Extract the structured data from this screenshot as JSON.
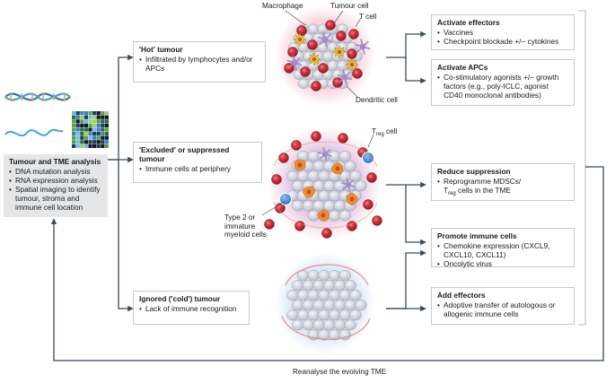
{
  "analysis": {
    "title": "Tumour and TME analysis",
    "items": [
      "DNA mutation analysis",
      "RNA expression analysis",
      "Spatial imaging to identify tumour, stroma and immune cell location"
    ]
  },
  "hot": {
    "title": "'Hot' tumour",
    "items": [
      "Infiltrated by lymphocytes and/or APCs"
    ]
  },
  "excluded": {
    "title": "'Excluded' or suppressed tumour",
    "items": [
      "Immune cells at periphery"
    ]
  },
  "cold": {
    "title": "Ignored ('cold') tumour",
    "items": [
      "Lack of immune recognition"
    ]
  },
  "activate_effectors": {
    "title": "Activate effectors",
    "items": [
      "Vaccines",
      "Checkpoint blockade +/− cytokines"
    ]
  },
  "activate_apcs": {
    "title": "Activate APCs",
    "items": [
      "Co-stimulatory agonists +/− growth factors (e.g., poly-ICLC, agonist CD40 monoclonal antibodies)"
    ]
  },
  "reduce_suppression": {
    "title": "Reduce suppression",
    "item_line1": "Reprogramme MDSCs/",
    "item_treg_t": "T",
    "item_treg_sub": "reg",
    "item_line2_rest": " cells in the TME"
  },
  "promote_immune": {
    "title": "Promote immune cells",
    "items": [
      "Chemokine expression (CXCL9, CXCL10, CXCL11)",
      "Oncolytic virus"
    ]
  },
  "add_effectors": {
    "title": "Add effectors",
    "items": [
      "Adoptive transfer of autologous or allogenic immune cells"
    ]
  },
  "labels": {
    "macrophage": "Macrophage",
    "tumour_cell": "Tumour cell",
    "t_cell": "T cell",
    "dendritic_cell": "Dendritic cell",
    "treg_t": "T",
    "treg_sub": "reg",
    "treg_rest": " cell",
    "myeloid": "Type 2 or immature myeloid cells",
    "reanalyse": "Reanalyse the evolving TME"
  },
  "colors": {
    "arrow": "#3a4a5e",
    "tumour_cell": "#cfd3dc",
    "t_cell": "#c0202a",
    "macrophage": "#f2c21b",
    "dendritic": "#a58ac9",
    "myeloid": "#ef8c2b",
    "treg": "#3f8fd6",
    "halo_pink": "#f6c9d4",
    "halo_purple": "#d9b8e6",
    "halo_blue": "#cfe3f6",
    "stroma": "#e8837a",
    "analysis_bg": "#e4e6e8"
  }
}
